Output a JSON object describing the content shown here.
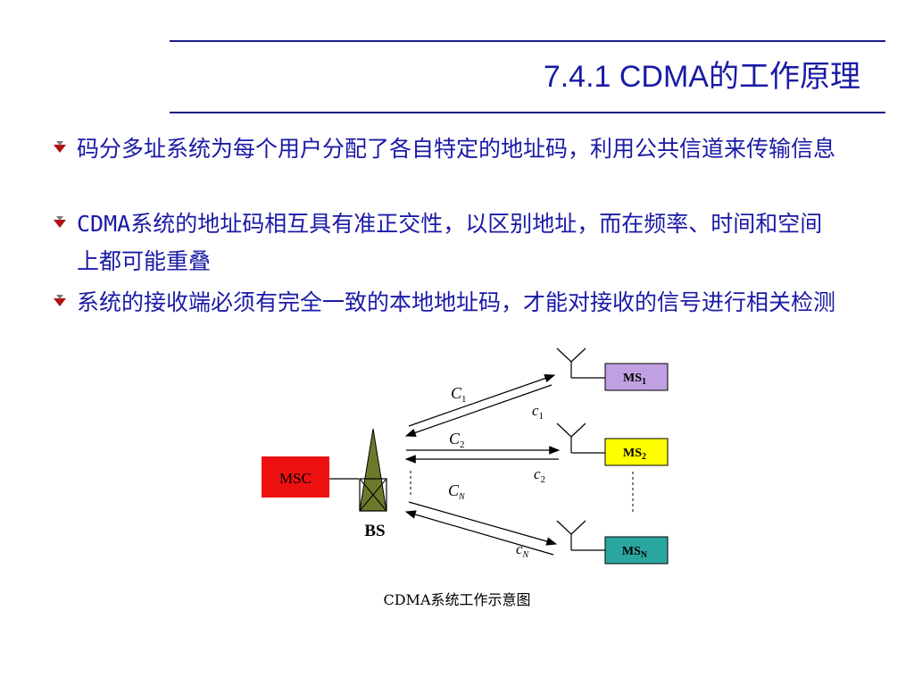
{
  "title": "7.4.1 CDMA的工作原理",
  "bullets": [
    "码分多址系统为每个用户分配了各自特定的地址码，利用公共信道来传输信息",
    "CDMA系统的地址码相互具有准正交性，以区别地址，而在频率、时间和空间上都可能重叠",
    "系统的接收端必须有完全一致的本地地址码，才能对接收的信号进行相关检测"
  ],
  "diagram": {
    "msc_label": "MSC",
    "bs_label": "BS",
    "ms": [
      {
        "base": "MS",
        "sub": "1",
        "color": "#c0a0e0"
      },
      {
        "base": "MS",
        "sub": "2",
        "color": "#ffff00"
      },
      {
        "base": "MS",
        "sub": "N",
        "color": "#2aa8a0"
      }
    ],
    "forward_links": [
      {
        "base": "C",
        "sub": "1"
      },
      {
        "base": "C",
        "sub": "2"
      },
      {
        "base": "C",
        "sub": "N"
      }
    ],
    "reverse_links": [
      {
        "base": "c",
        "sub": "1"
      },
      {
        "base": "c",
        "sub": "2"
      },
      {
        "base": "c",
        "sub": "N"
      }
    ],
    "msc_color": "#ee1111"
  },
  "caption": "CDMA系统工作示意图",
  "colors": {
    "title": "#1a1aa6",
    "rule": "#1a1a8c",
    "text": "#1a1aa6"
  }
}
